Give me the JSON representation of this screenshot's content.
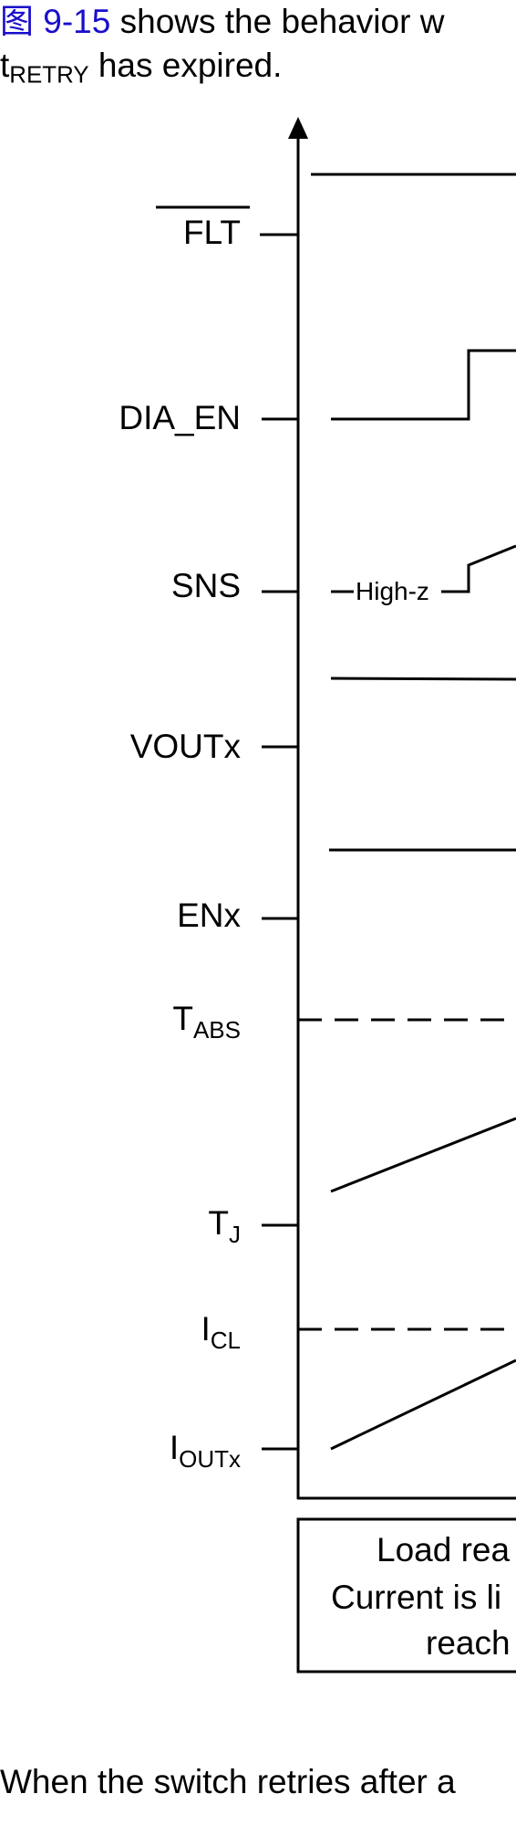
{
  "intro": {
    "figure_ref": "图 9-15",
    "line1_rest": " shows the behavior w",
    "line2_sym": "t",
    "line2_sub": "RETRY",
    "line2_rest": " has expired."
  },
  "diagram": {
    "signals": [
      {
        "id": "flt",
        "label": "FLT",
        "overline": true
      },
      {
        "id": "dia_en",
        "label": "DIA_EN"
      },
      {
        "id": "sns",
        "label": "SNS"
      },
      {
        "id": "voutx",
        "label": "VOUTx"
      },
      {
        "id": "enx",
        "label": "ENx"
      },
      {
        "id": "tabs",
        "symbol": "T",
        "sub": "ABS"
      },
      {
        "id": "tj",
        "symbol": "T",
        "sub": "J"
      },
      {
        "id": "icl",
        "symbol": "I",
        "sub": "CL"
      },
      {
        "id": "ioutx",
        "symbol": "I",
        "sub": "OUTx"
      }
    ],
    "sns_state": "High-z",
    "box_lines": [
      "Load rea",
      "Current is li",
      "reach"
    ]
  },
  "outro": {
    "text": "When the switch retries after a"
  }
}
